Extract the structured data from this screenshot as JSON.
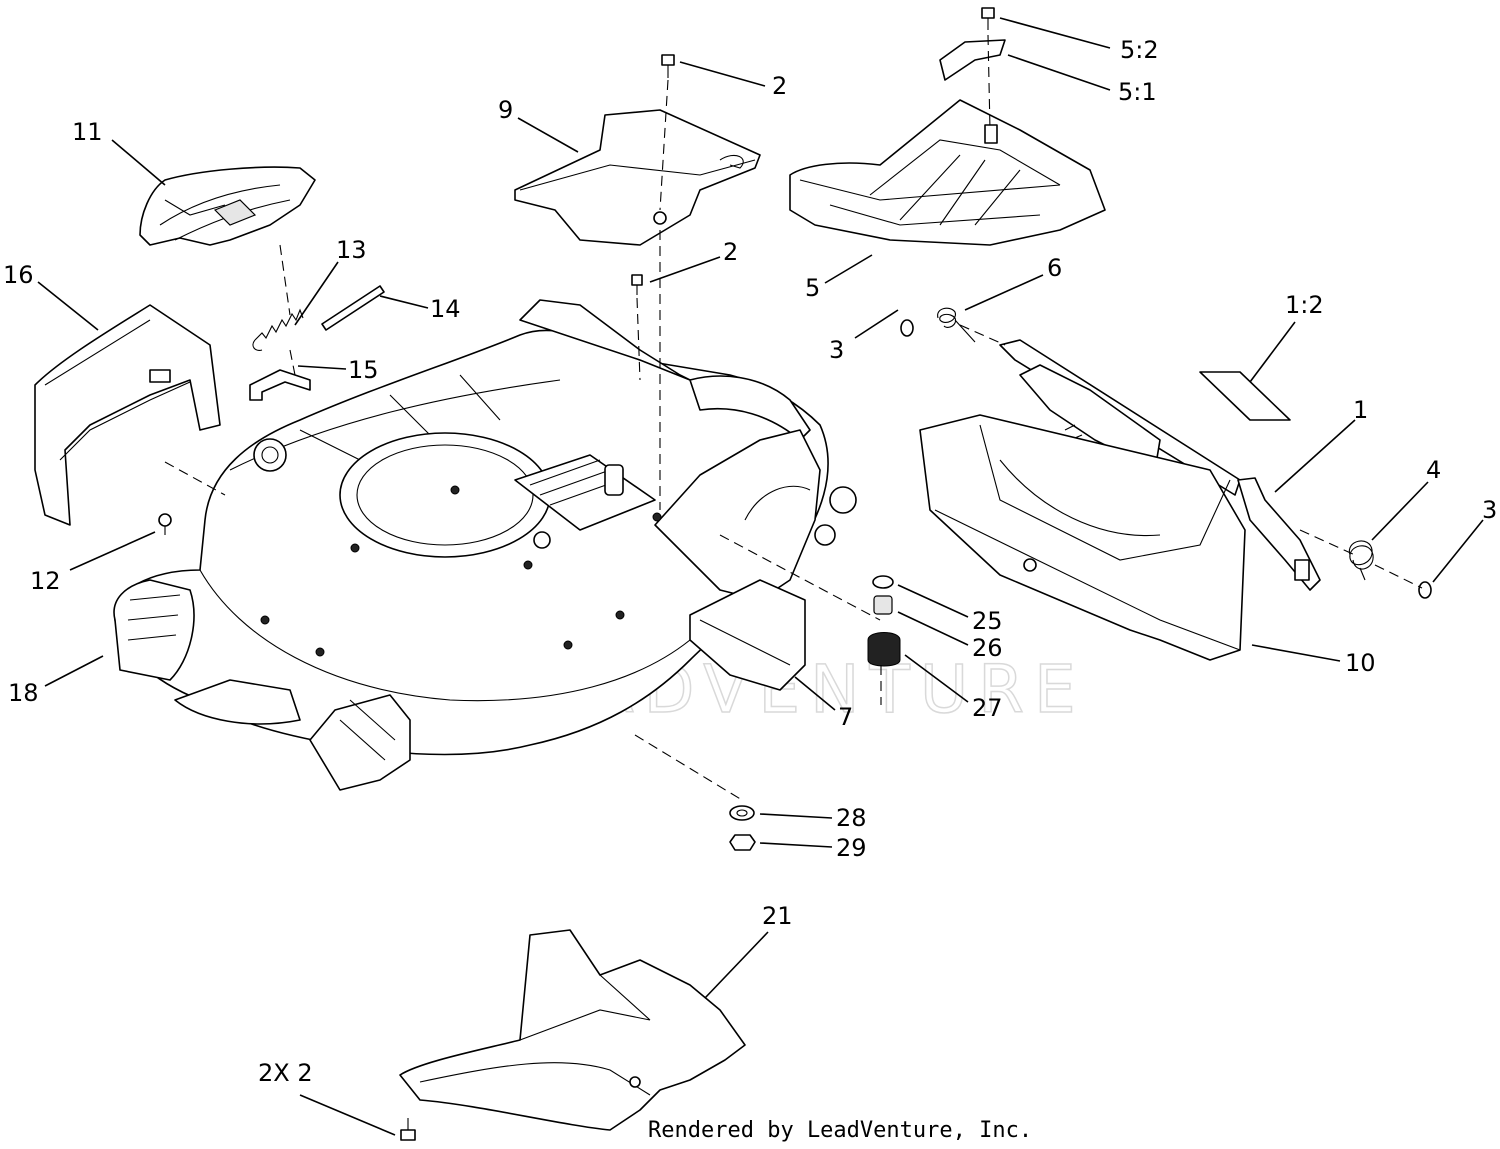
{
  "watermark_text": "LEADVENTURE",
  "credit_text": "Rendered by LeadVenture, Inc.",
  "callouts": [
    {
      "id": "c-5-2",
      "label": "5:2"
    },
    {
      "id": "c-5-1",
      "label": "5:1"
    },
    {
      "id": "c-2-top",
      "label": "2"
    },
    {
      "id": "c-9",
      "label": "9"
    },
    {
      "id": "c-11",
      "label": "11"
    },
    {
      "id": "c-2-mid",
      "label": "2"
    },
    {
      "id": "c-6",
      "label": "6"
    },
    {
      "id": "c-5",
      "label": "5"
    },
    {
      "id": "c-13",
      "label": "13"
    },
    {
      "id": "c-16",
      "label": "16"
    },
    {
      "id": "c-14",
      "label": "14"
    },
    {
      "id": "c-3-left",
      "label": "3"
    },
    {
      "id": "c-1-2",
      "label": "1:2"
    },
    {
      "id": "c-15",
      "label": "15"
    },
    {
      "id": "c-1",
      "label": "1"
    },
    {
      "id": "c-4",
      "label": "4"
    },
    {
      "id": "c-3-right",
      "label": "3"
    },
    {
      "id": "c-12",
      "label": "12"
    },
    {
      "id": "c-25",
      "label": "25"
    },
    {
      "id": "c-26",
      "label": "26"
    },
    {
      "id": "c-10",
      "label": "10"
    },
    {
      "id": "c-18",
      "label": "18"
    },
    {
      "id": "c-27",
      "label": "27"
    },
    {
      "id": "c-7",
      "label": "7"
    },
    {
      "id": "c-28",
      "label": "28"
    },
    {
      "id": "c-29",
      "label": "29"
    },
    {
      "id": "c-21",
      "label": "21"
    },
    {
      "id": "c-2x2",
      "label": "2X 2"
    }
  ]
}
